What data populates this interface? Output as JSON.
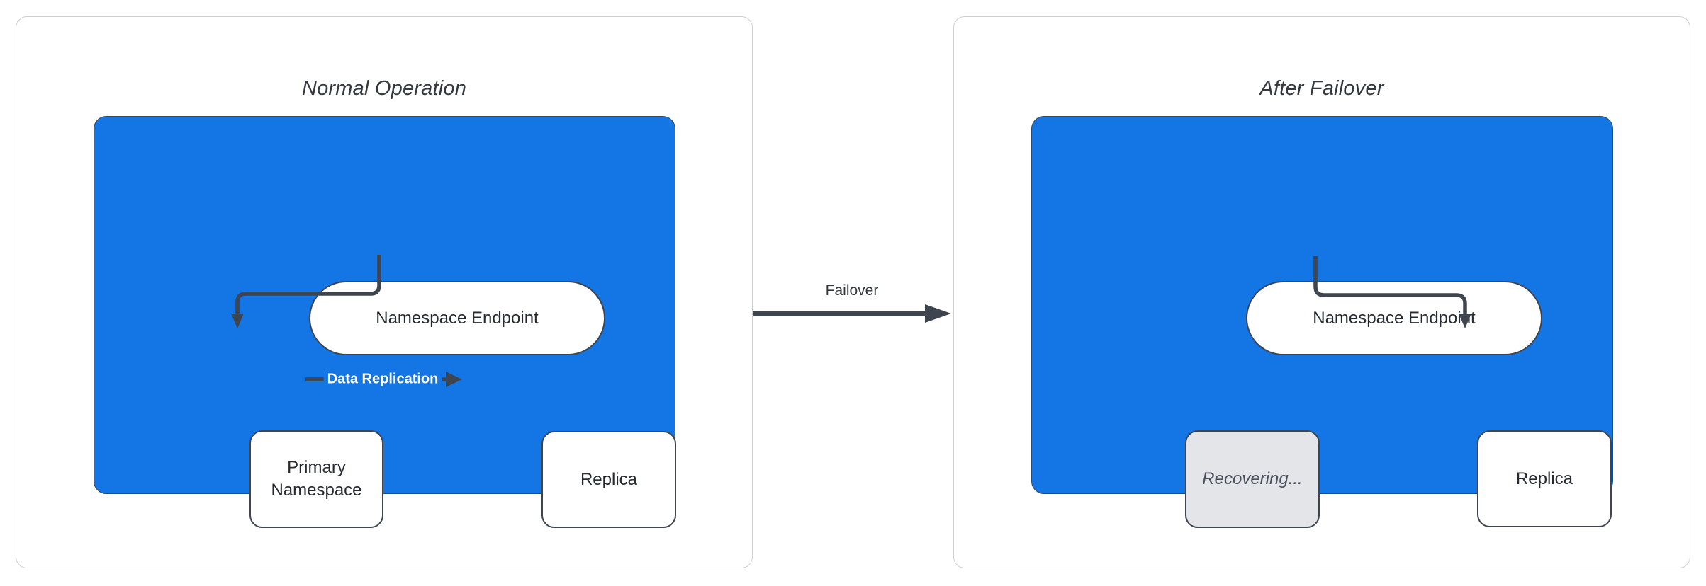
{
  "colors": {
    "node_blue": "#1376E4",
    "stroke_dark": "#3E454F",
    "gray_fill": "#E3E5E8",
    "panel_border": "#CFCFCF",
    "title_text": "#33393F",
    "node_text": "#262B31",
    "gray_text": "#4A515B"
  },
  "panels": [
    {
      "title": "Normal Operation",
      "nodes": {
        "endpoint": "Namespace Endpoint",
        "primary": "Primary Namespace",
        "replica": "Replica"
      },
      "edges": {
        "replication": "Data Replication"
      }
    },
    {
      "title": "After Failover",
      "nodes": {
        "endpoint": "Namespace Endpoint",
        "recovering": "Recovering...",
        "replica": "Replica"
      }
    }
  ],
  "transition": {
    "label": "Failover"
  }
}
